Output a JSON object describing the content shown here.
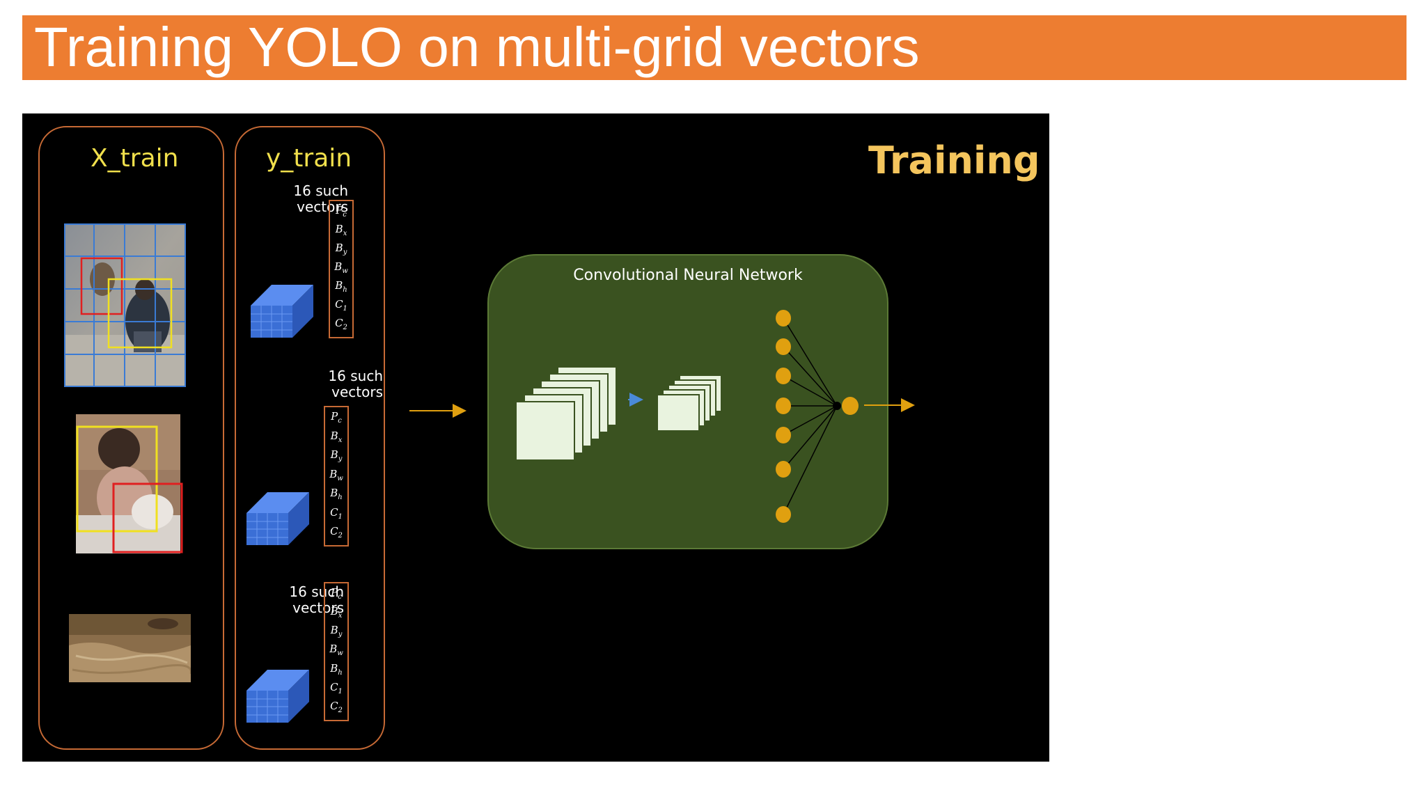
{
  "slide_title": "Training YOLO on multi-grid vectors",
  "panel": {
    "x_train_label": "X_train",
    "y_train_label": "y_train",
    "training_label": "Training",
    "vector_caption": "16 such\nvectors",
    "vector_components": [
      "Pc",
      "Bx",
      "By",
      "Bw",
      "Bh",
      "C1",
      "C2"
    ],
    "cnn_label": "Convolutional Neural Network"
  },
  "colors": {
    "banner": "#ed7d31",
    "panel_bg": "#000000",
    "frame": "#c76a35",
    "column_title": "#f1e04c",
    "training_label": "#f4c55d",
    "cnn_fill": "#3a5220",
    "neuron": "#e0a010",
    "cube": "#3b6fd6",
    "grid_line": "#3a7bd5",
    "box_red": "#e02020",
    "box_yellow": "#f0e020"
  },
  "icons": [
    "grid-cube-icon",
    "feature-map-stack-icon",
    "arrow-right-icon"
  ]
}
